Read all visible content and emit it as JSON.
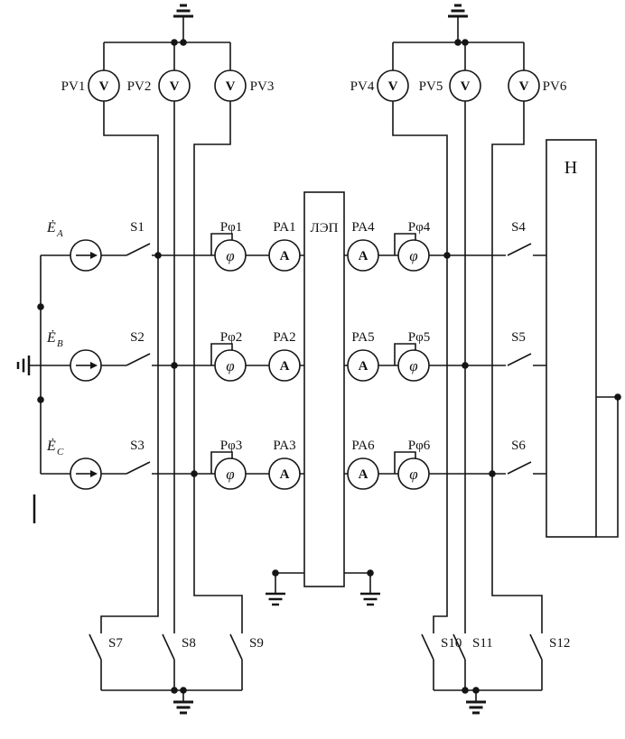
{
  "sources": [
    {
      "symbol": "Ė",
      "phase": "A"
    },
    {
      "symbol": "Ė",
      "phase": "B"
    },
    {
      "symbol": "Ė",
      "phase": "C"
    }
  ],
  "voltmeters": [
    {
      "label": "PV1",
      "letter": "V"
    },
    {
      "label": "PV2",
      "letter": "V"
    },
    {
      "label": "PV3",
      "letter": "V"
    },
    {
      "label": "PV4",
      "letter": "V"
    },
    {
      "label": "PV5",
      "letter": "V"
    },
    {
      "label": "PV6",
      "letter": "V"
    }
  ],
  "ammeters": [
    {
      "label": "PA1",
      "letter": "A"
    },
    {
      "label": "PA2",
      "letter": "A"
    },
    {
      "label": "PA3",
      "letter": "A"
    },
    {
      "label": "PA4",
      "letter": "A"
    },
    {
      "label": "PA5",
      "letter": "A"
    },
    {
      "label": "PA6",
      "letter": "A"
    }
  ],
  "phase_meters": [
    {
      "label": "Pφ1",
      "letter": "φ"
    },
    {
      "label": "Pφ2",
      "letter": "φ"
    },
    {
      "label": "Pφ3",
      "letter": "φ"
    },
    {
      "label": "Pφ4",
      "letter": "φ"
    },
    {
      "label": "Pφ5",
      "letter": "φ"
    },
    {
      "label": "Pφ6",
      "letter": "φ"
    }
  ],
  "switches": [
    "S1",
    "S2",
    "S3",
    "S4",
    "S5",
    "S6",
    "S7",
    "S8",
    "S9",
    "S10",
    "S11",
    "S12"
  ],
  "blocks": {
    "transmission_line": "ЛЭП",
    "load": "Н"
  }
}
